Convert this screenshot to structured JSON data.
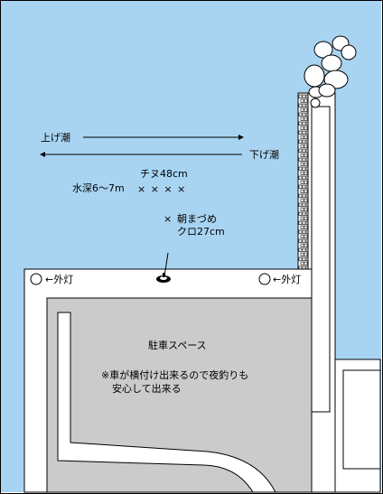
{
  "colors": {
    "sea": "#a8d4f2",
    "pier": "#ffffff",
    "parking": "#cbcbcb",
    "outline": "#000000",
    "lamp": "#ffffff",
    "stone": "#ffffff"
  },
  "icons": {
    "lamp": "circle-lamp-icon",
    "angler": "fishing-angler-icon",
    "wave_block": "tetrapod-icon",
    "arrow": "arrow-icon"
  },
  "tide": {
    "rising": "上げ潮",
    "falling": "下げ潮"
  },
  "fish": {
    "chinu_label": "チヌ48cm",
    "chinu_marks": "× × × ×",
    "depth": "水深6～7m",
    "morning_mark": "×",
    "morning": "朝まづめ",
    "kuro": "クロ27cm"
  },
  "lamps": {
    "left": "←外灯",
    "right": "←外灯"
  },
  "parking": {
    "title": "駐車スペース",
    "note_line1": "※車が横付け出来るので夜釣りも",
    "note_line2": "安心して出来る"
  }
}
